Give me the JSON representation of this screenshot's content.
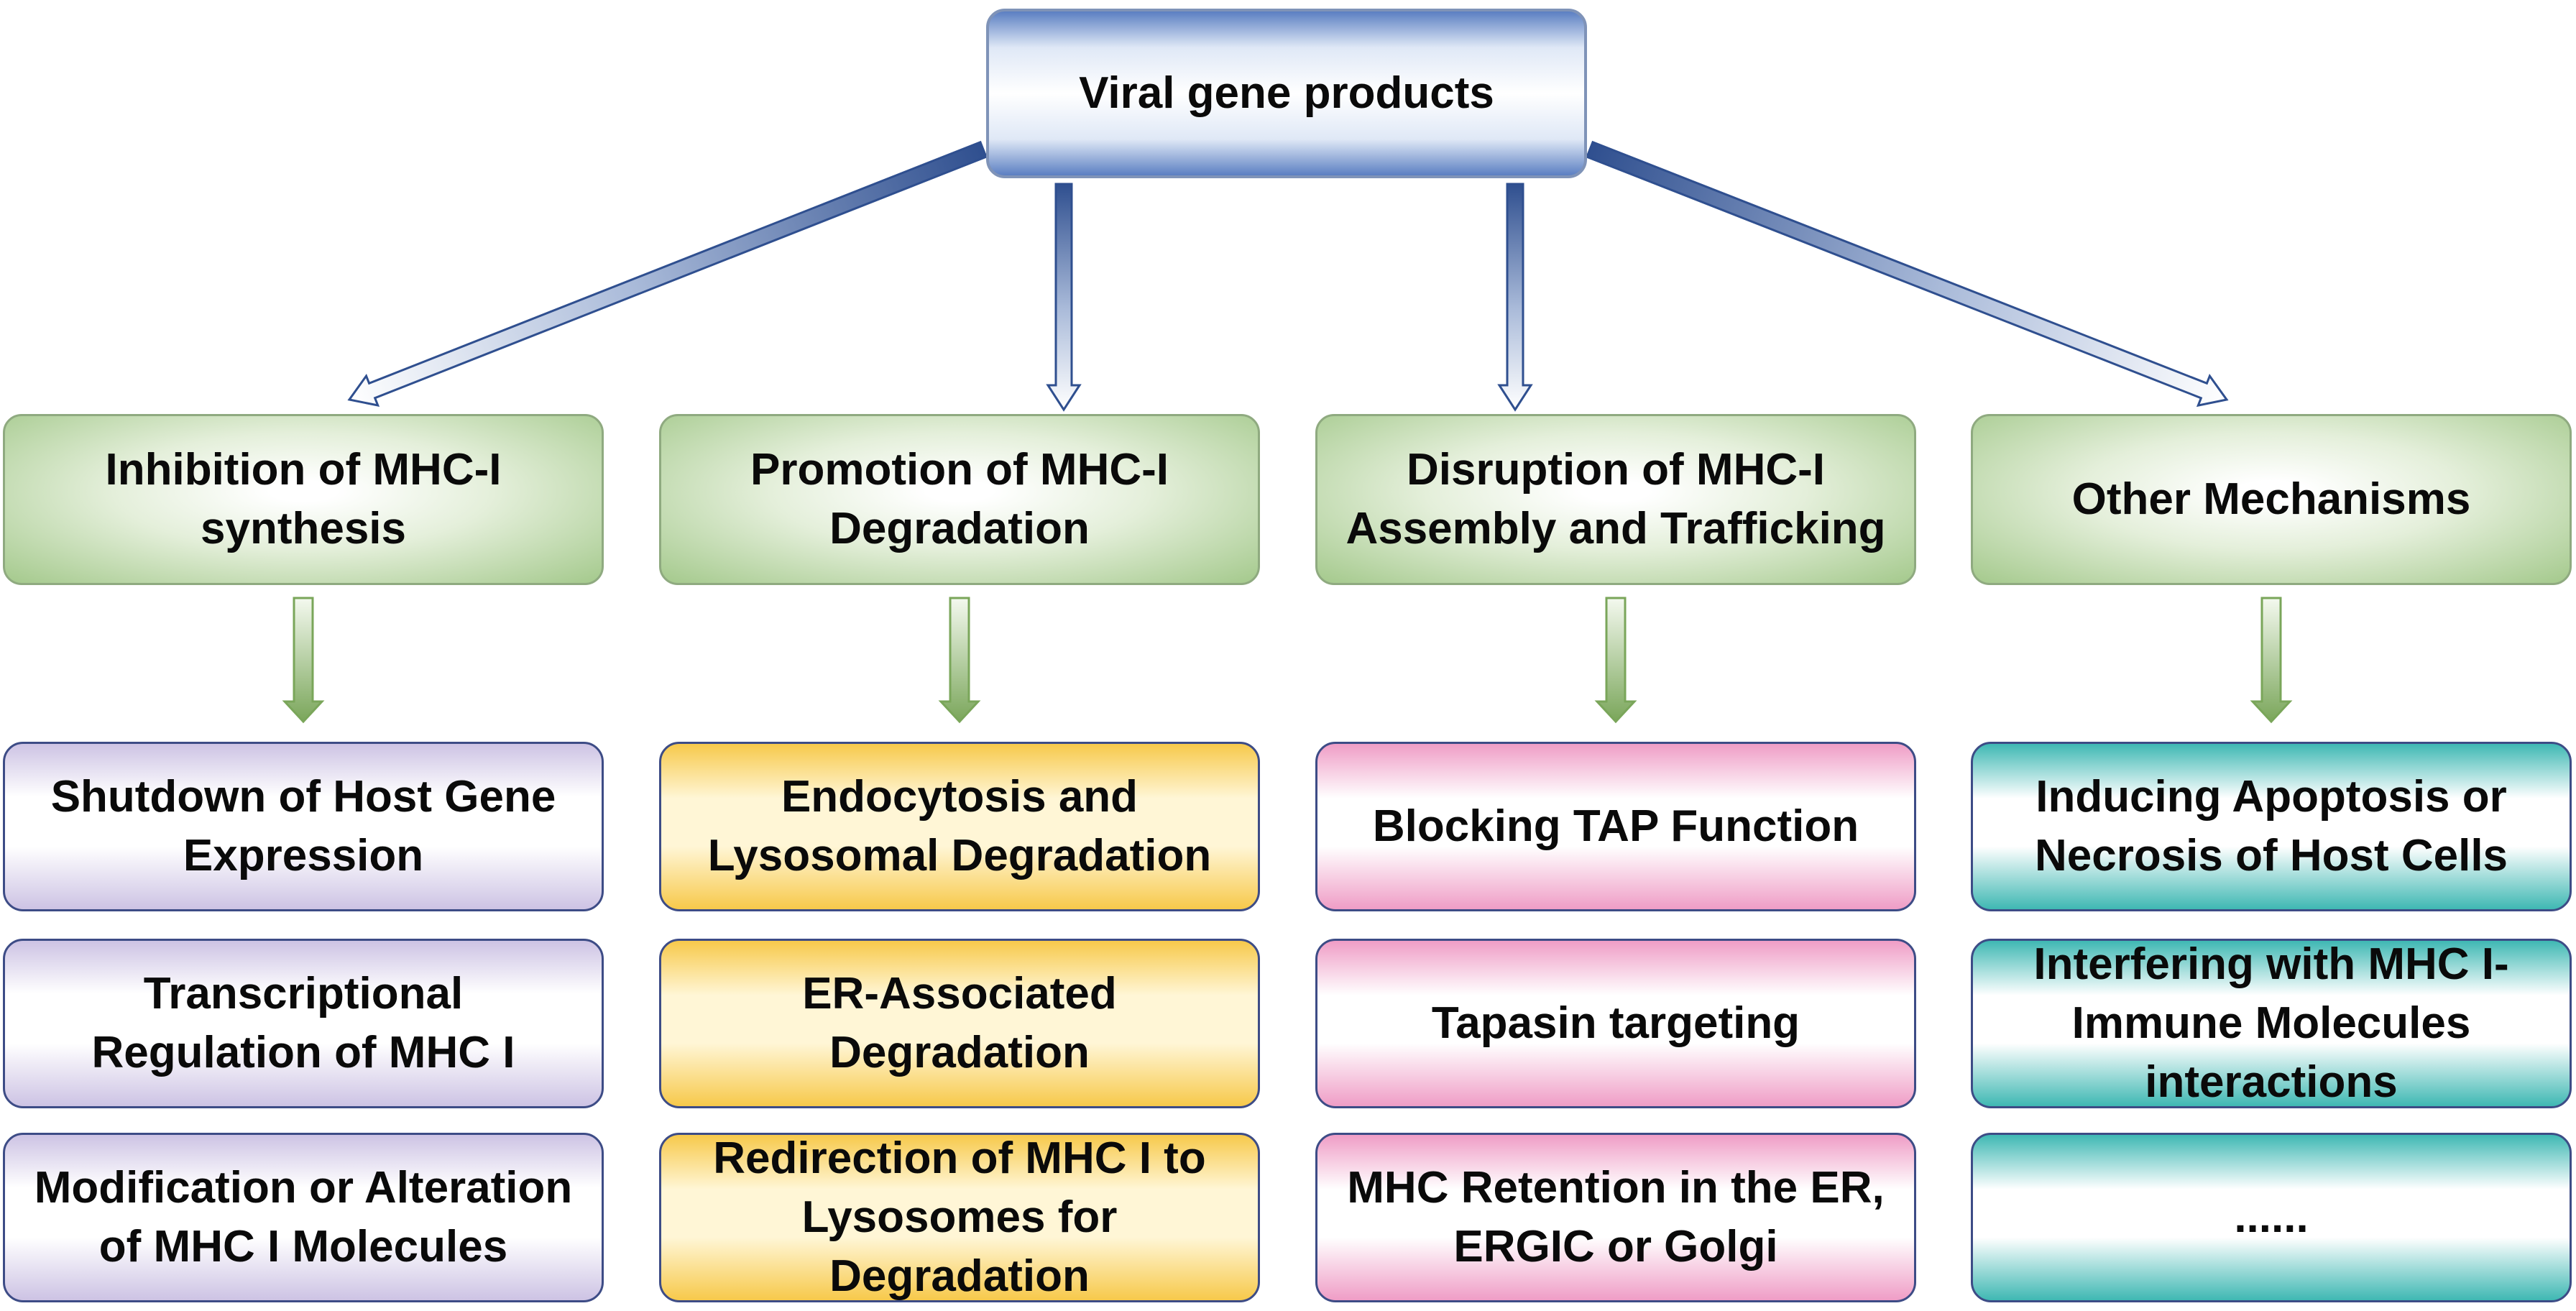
{
  "root": {
    "label": "Viral gene products"
  },
  "categories": [
    {
      "label": "Inhibition of MHC-I synthesis",
      "theme": "purple",
      "items": [
        "Shutdown of Host Gene Expression",
        "Transcriptional Regulation of MHC I",
        "Modification or Alteration of MHC I Molecules"
      ]
    },
    {
      "label": "Promotion of MHC-I Degradation",
      "theme": "yellow",
      "items": [
        "Endocytosis and Lysosomal Degradation",
        "ER-Associated Degradation",
        "Redirection of MHC I to Lysosomes for Degradation"
      ]
    },
    {
      "label": "Disruption of MHC-I Assembly and Trafficking",
      "theme": "pink",
      "items": [
        "Blocking TAP Function",
        "Tapasin targeting",
        "MHC Retention in the ER, ERGIC or Golgi"
      ]
    },
    {
      "label": "Other Mechanisms",
      "theme": "teal",
      "items": [
        "Inducing Apoptosis or Necrosis of Host Cells",
        "Interfering with MHC I-Immune Molecules interactions",
        "......"
      ]
    }
  ],
  "colors": {
    "root_arrow": "#2f4f8f",
    "category_arrow": "#7aa65a",
    "purple": "#cdc3e4",
    "yellow": "#f7c94b",
    "pink": "#ef9dc6",
    "teal": "#3fb8b3"
  }
}
